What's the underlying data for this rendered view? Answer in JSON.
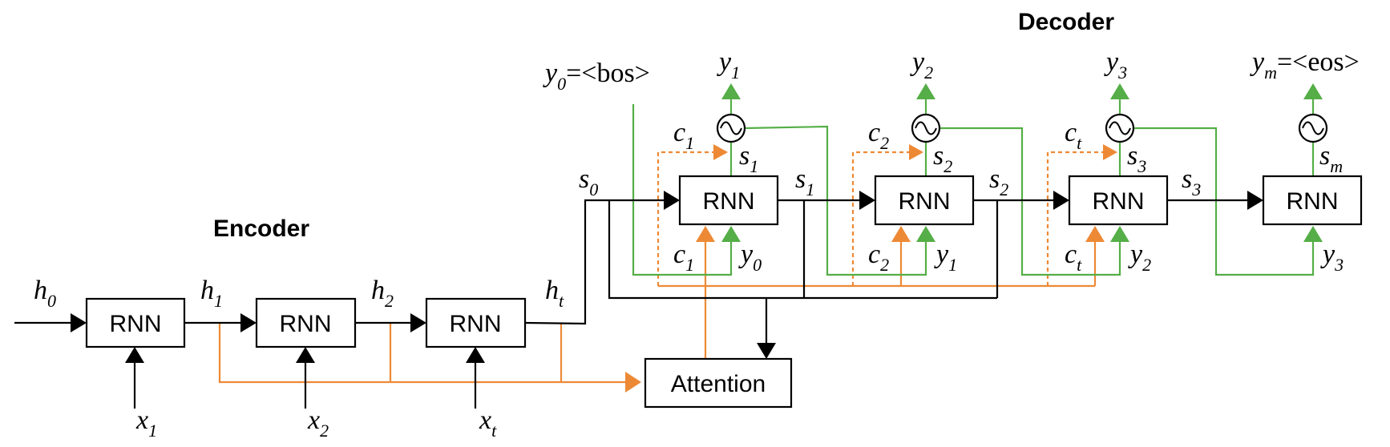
{
  "titles": {
    "encoder": "Encoder",
    "decoder": "Decoder"
  },
  "blocks": {
    "rnn": "RNN",
    "attention": "Attention"
  },
  "labels": {
    "h0": {
      "v": "h",
      "s": "0"
    },
    "h1": {
      "v": "h",
      "s": "1"
    },
    "h2": {
      "v": "h",
      "s": "2"
    },
    "ht": {
      "v": "h",
      "s": "t"
    },
    "x1": {
      "v": "x",
      "s": "1"
    },
    "x2": {
      "v": "x",
      "s": "2"
    },
    "xt": {
      "v": "x",
      "s": "t"
    },
    "s0": {
      "v": "s",
      "s": "0"
    },
    "s1": {
      "v": "s",
      "s": "1"
    },
    "s2": {
      "v": "s",
      "s": "2"
    },
    "s3": {
      "v": "s",
      "s": "3"
    },
    "s1b": {
      "v": "s",
      "s": "1"
    },
    "s2b": {
      "v": "s",
      "s": "2"
    },
    "s3b": {
      "v": "s",
      "s": "3"
    },
    "smb": {
      "v": "s",
      "s": "m"
    },
    "y1o": {
      "v": "y",
      "s": "1"
    },
    "y2o": {
      "v": "y",
      "s": "2"
    },
    "y3o": {
      "v": "y",
      "s": "3"
    },
    "ymo": {
      "v": "y",
      "s": "m",
      "eq": "=<eos>"
    },
    "y0bos": {
      "v": "y",
      "s": "0",
      "eq": "=<bos>"
    },
    "c1t": {
      "v": "c",
      "s": "1"
    },
    "c2t": {
      "v": "c",
      "s": "2"
    },
    "ctt": {
      "v": "c",
      "s": "t"
    },
    "c1b": {
      "v": "c",
      "s": "1"
    },
    "c2b": {
      "v": "c",
      "s": "2"
    },
    "ctb": {
      "v": "c",
      "s": "t"
    },
    "y0i": {
      "v": "y",
      "s": "0"
    },
    "y1i": {
      "v": "y",
      "s": "1"
    },
    "y2i": {
      "v": "y",
      "s": "2"
    },
    "y3i": {
      "v": "y",
      "s": "3"
    }
  },
  "colors": {
    "attention_flow": "#ED8935",
    "decoder_flow": "#55AE47",
    "state_flow": "#000000"
  },
  "icons": {
    "output_node": "sine-wave-circle-icon",
    "arrowhead": "triangle-arrowhead-icon"
  }
}
